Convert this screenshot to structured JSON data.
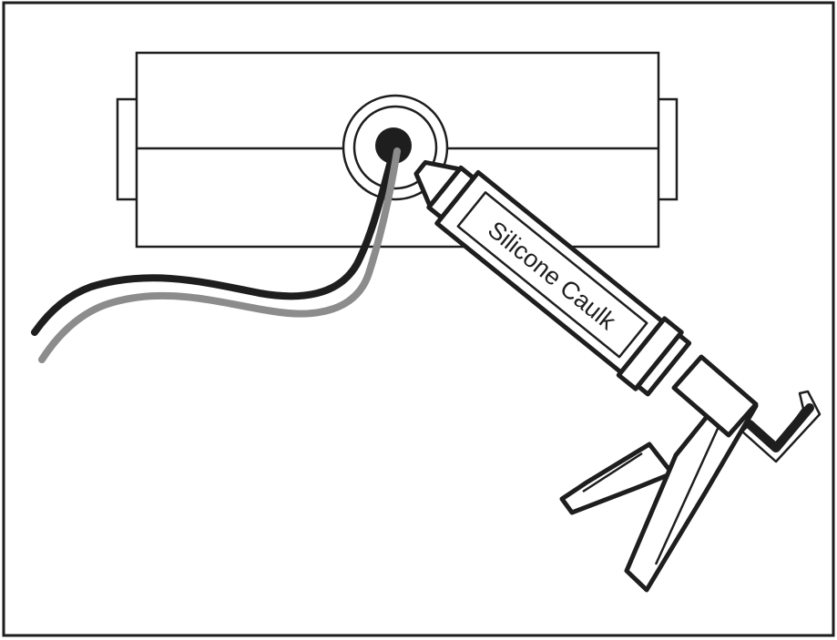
{
  "illustration": {
    "caulk_tube_label": "Silicone Caulk",
    "colors": {
      "outline": "#1e1e1e",
      "background": "#ffffff",
      "wire_black": "#1e1e1e",
      "wire_gray": "#8c8c8c"
    },
    "icons": [
      "junction-box",
      "cable-grommet",
      "caulk-gun",
      "wire"
    ]
  }
}
